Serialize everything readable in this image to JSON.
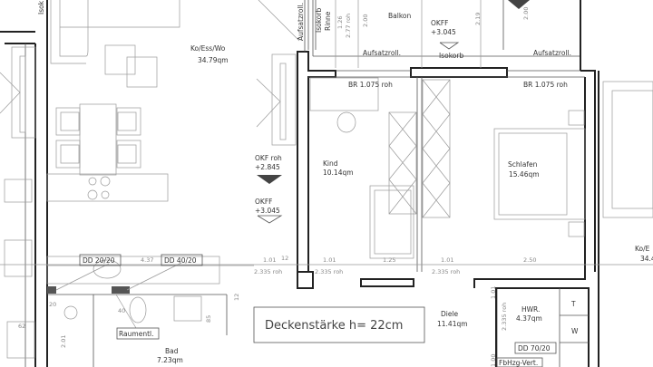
{
  "rooms": {
    "kitchen": {
      "name": "Ko/Ess/Wo",
      "area": "34.79qm"
    },
    "kind": {
      "name": "Kind",
      "area": "10.14qm"
    },
    "schlafen": {
      "name": "Schlafen",
      "area": "15.46qm"
    },
    "balkon": {
      "name": "Balkon"
    },
    "bad": {
      "name": "Bad",
      "area": "7.23qm"
    },
    "diele": {
      "name": "Diele",
      "area": "11.41qm"
    },
    "hwr": {
      "name": "HWR.",
      "area": "4.37qm"
    },
    "right_room": {
      "name": "Ko/E",
      "area": "34.4"
    }
  },
  "levels": {
    "okf_roh": {
      "label": "OKF roh",
      "value": "+2.845"
    },
    "okff_living": {
      "label": "OKFF",
      "value": "+3.045"
    },
    "okff_balkon": {
      "label": "OKFF",
      "value": "+3.045"
    }
  },
  "labels": {
    "aufsatzroll_1": "Aufsatzroll.",
    "aufsatzroll_2": "Aufsatzroll.",
    "aufsatzroll_3": "Aufsatzroll.",
    "isokorb_v": "Isokorb",
    "isokorb_h": "Isokorb",
    "isok_left": "Isok",
    "rinne": "Rinne",
    "br_kind": "BR 1.075 roh",
    "br_schlafen": "BR 1.075 roh",
    "dd_1": "DD 20/20",
    "dd_2": "DD 40/20",
    "dd_3": "DD 70/20",
    "raumentl": "Raumentl.",
    "fbhzg": "FbHzg-Vert.",
    "t": "T",
    "w": "W",
    "deckenstaerke": "Deckenstärke h= 22cm"
  },
  "dimensions": {
    "d126": "1.26",
    "d277": "2.77 roh",
    "d200a": "2.00",
    "d219": "2.19",
    "d200b": "2.00",
    "d101a": "1.01",
    "d2335a": "2.335 roh",
    "d101b": "1.01",
    "d2335b": "2.335 roh",
    "d125": "1.25",
    "d101c": "1.01",
    "d2335c": "2.335 roh",
    "d250": "2.50",
    "d437": "4.37",
    "d101d": "1.01",
    "d2335d": "2.335 roh",
    "d85": "85",
    "d40": "40",
    "d201": "2.01",
    "d20": "20",
    "d62": "62",
    "d100": "1.00",
    "d12a": "12",
    "d12b": "12"
  }
}
